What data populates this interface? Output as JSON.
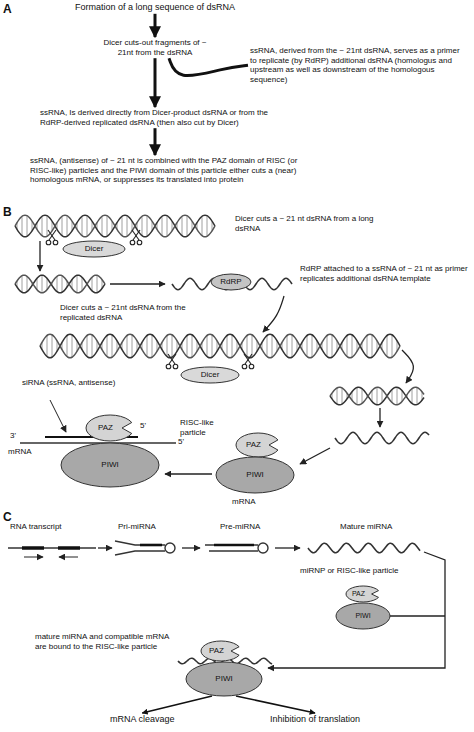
{
  "diagram": {
    "nodes": [
      {
        "text": [
          "Formation of a long sequence of dsRNA"
        ]
      },
      {
        "text": [
          "Dicer cuts-out fragments of ~ 21nt from the dsRNA"
        ]
      },
      {
        "text": [
          "ssRNA, derived from the ~ 21nt dsRNA, serves as a primer to replicate (by RdRP) additional dsRNA (homologus and upstream as well as downstream of the homologous sequence)"
        ]
      },
      {
        "text": [
          "ssRNA, Is derived directly from Dicer-product dsRNA or from the RdRP-derived replicated dsRNA (then also cut by Dicer)"
        ]
      },
      {
        "text": [
          "ssRNA, (antisense) of ~ 21 nt is combined with the PAZ domain of RISC (or RISC-like) particles and the PIWI domain of this particle either cuts a (near) homologous mRNA, or suppresses its translated into protein"
        ]
      },
      {
        "text": [
          "Dicer"
        ]
      },
      {
        "text": [
          "RdRP"
        ]
      },
      {
        "text": [
          "Dicer"
        ]
      },
      {
        "text": [
          "PAZ"
        ]
      },
      {
        "text": [
          "PIWI"
        ]
      },
      {
        "text": [
          "PAZ"
        ]
      },
      {
        "text": [
          "PIWI"
        ]
      },
      {
        "text": [
          "PAZ"
        ]
      },
      {
        "text": [
          "PIWI"
        ]
      },
      {
        "text": [
          "PAZ"
        ]
      },
      {
        "text": [
          "PIWI"
        ]
      },
      {
        "text": [
          "mRNA cleavage"
        ]
      },
      {
        "text": [
          "Inhibition of translation"
        ]
      }
    ],
    "edges": [
      {
        "from": 0,
        "to": 1,
        "arrow": "to"
      },
      {
        "from": 1,
        "to": 3,
        "arrow": "to"
      },
      {
        "from": 1,
        "to": 2,
        "arrow": "none"
      },
      {
        "from": 3,
        "to": 4,
        "arrow": "to"
      },
      {
        "from": 15,
        "to": 16,
        "arrow": "to"
      },
      {
        "from": 15,
        "to": 17,
        "arrow": "to"
      }
    ],
    "labels": [
      "A",
      "B",
      "Dicer cuts a ~ 21 nt dsRNA from a long dsRNA",
      "RdRP attached to a ssRNA of ~ 21 nt as primer replicates additional dsRNA template",
      "Dicer cuts a ~ 21nt dsRNA from the replicated dsRNA",
      "siRNA (ssRNA, antisense)",
      "3'",
      "5'",
      "mRNA",
      "5'",
      "RISC-like particle",
      "mRNA",
      "C",
      "RNA transcript",
      "Pri-miRNA",
      "Pre-miRNA",
      "Mature miRNA",
      "miRNP or RISC-like particle",
      "mature miRNA and compatible mRNA are bound to the RISC-like particle"
    ]
  }
}
